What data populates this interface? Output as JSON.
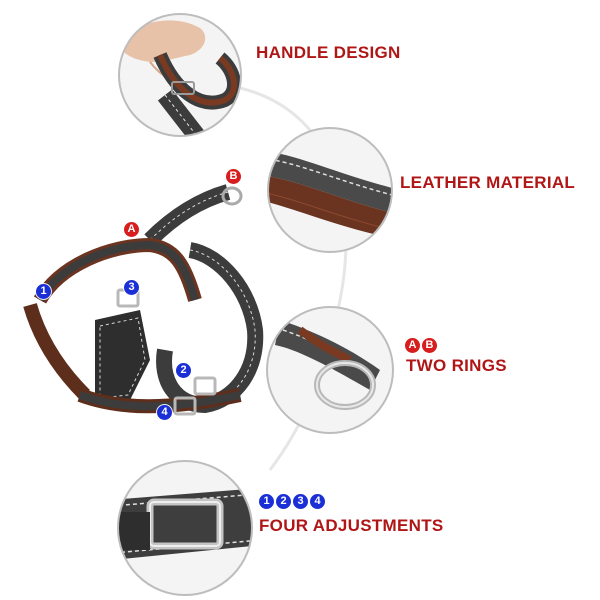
{
  "features": {
    "handle": "HANDLE DESIGN",
    "leather": "LEATHER MATERIAL",
    "rings": "TWO RINGS",
    "adjustments": "FOUR ADJUSTMENTS"
  },
  "ring_markers": [
    "A",
    "B"
  ],
  "adjust_markers": [
    "1",
    "2",
    "3",
    "4"
  ],
  "colors": {
    "label": "#b01616",
    "ring_badge": "#d71d1d",
    "adjust_badge": "#1b2fd6",
    "leather_dark": "#3a3a3a",
    "leather_brown": "#7a3a22",
    "stitch": "#e8e8e8"
  }
}
